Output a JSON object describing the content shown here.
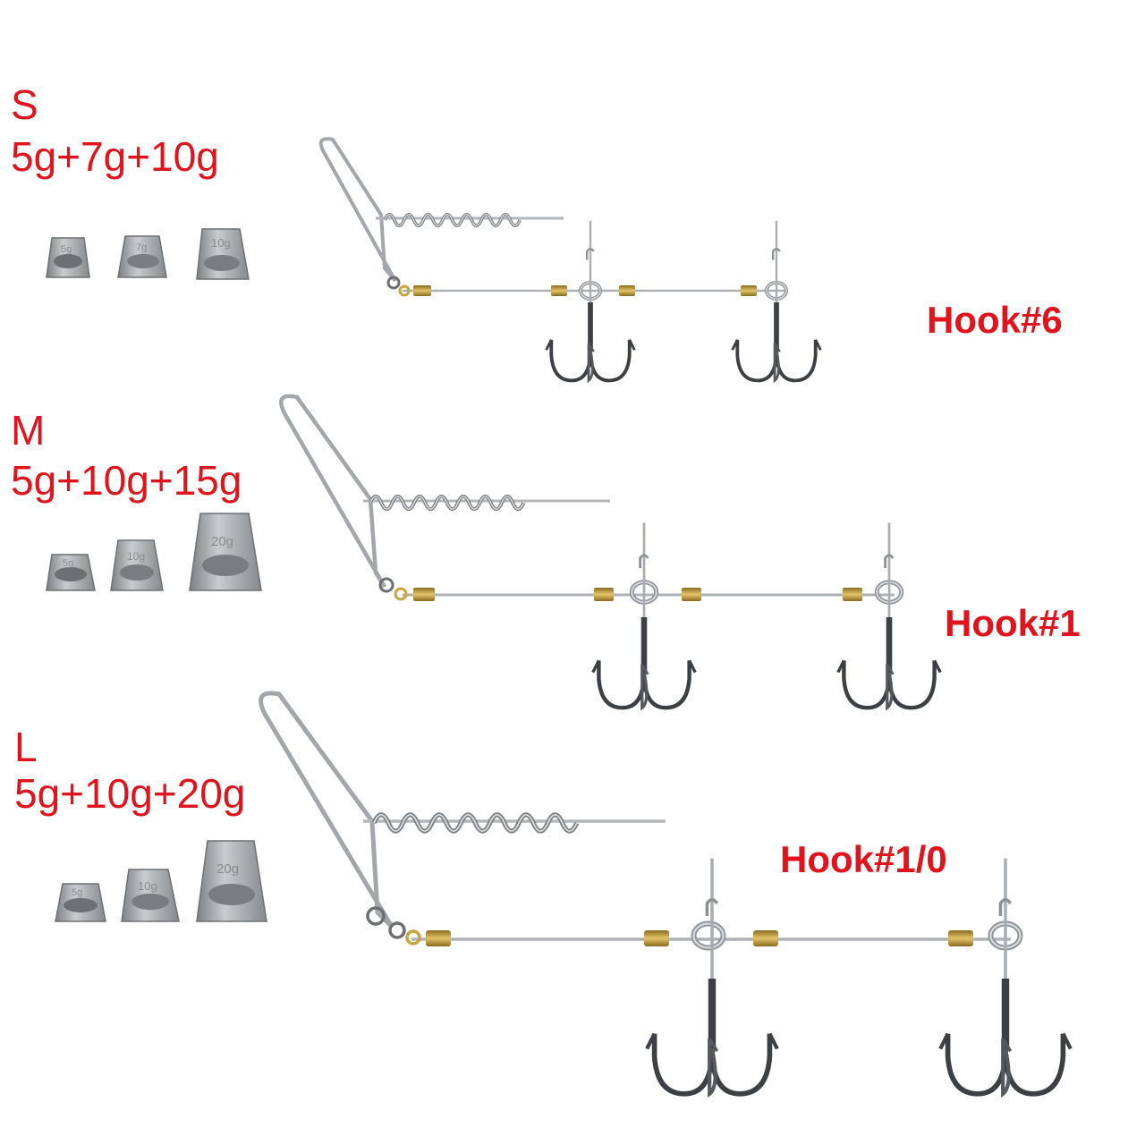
{
  "variants": [
    {
      "size": "S",
      "weights": "5g+7g+10g",
      "hook": "Hook#6",
      "sinker_stamps": [
        "5g",
        "7g",
        "10g"
      ]
    },
    {
      "size": "M",
      "weights": "5g+10g+15g",
      "hook": "Hook#1",
      "sinker_stamps": [
        "5g",
        "10g",
        "20g"
      ]
    },
    {
      "size": "L",
      "weights": "5g+10g+20g",
      "hook": "Hook#1/0",
      "sinker_stamps": [
        "5g",
        "10g",
        "20g"
      ]
    }
  ],
  "colors": {
    "label": "#e0141c",
    "wire": "#a9adb2",
    "brass": "#c9a542",
    "hook": "#3c3f44",
    "lead": "#9ea1a4"
  }
}
